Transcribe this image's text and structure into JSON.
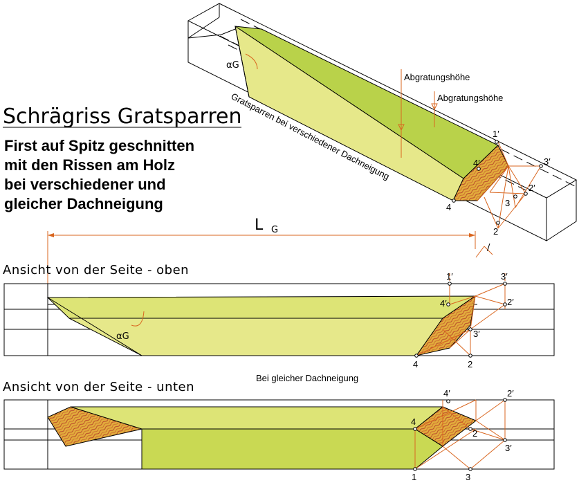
{
  "title": "Schrägriss Gratsparren",
  "subtitle_lines": [
    "First auf Spitz geschnitten",
    "mit den Rissen am Holz",
    "bei verschiedener und",
    "gleicher Dachneigung"
  ],
  "iso": {
    "diagonal_label": "Gratsparren bei verschiedener Dachneigung",
    "height_label_1": "Abgratungshöhe",
    "height_label_2": "Abgratungshöhe",
    "angle_label": "αG",
    "points": {
      "p1": "1′",
      "p2": "2",
      "p2p": "2′",
      "p3": "3",
      "p3p": "3′",
      "p4": "4",
      "p4p": "4′"
    }
  },
  "length_label": {
    "main": "L",
    "sub": "G"
  },
  "view_top": {
    "title": "Ansicht von der Seite - oben",
    "angle_label": "αG",
    "points": {
      "p1p": "1′",
      "p3p_top": "3′",
      "p4p": "4′",
      "p2p": "2′",
      "p3p": "3′",
      "p4": "4",
      "p2": "2"
    }
  },
  "middle_note": "Bei gleicher Dachneigung",
  "view_bottom": {
    "title": "Ansicht von der Seite - unten",
    "points": {
      "p4p": "4′",
      "p2p": "2′",
      "p4": "4",
      "p2": "2",
      "p3p": "3′",
      "p1": "1",
      "p3": "3"
    }
  },
  "colors": {
    "face_light": "#e6e88a",
    "face_medium": "#dde476",
    "face_dark": "#c9d953",
    "face_top": "#b9d24a",
    "grain": "#e2ac3c",
    "construction": "#d9661f"
  }
}
